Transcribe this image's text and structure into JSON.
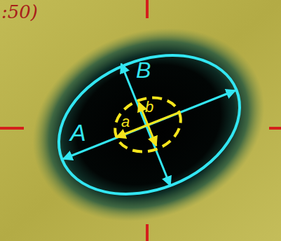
{
  "diagram": {
    "labels": [
      ":50)",
      "A",
      "B",
      "a",
      "b"
    ]
  }
}
